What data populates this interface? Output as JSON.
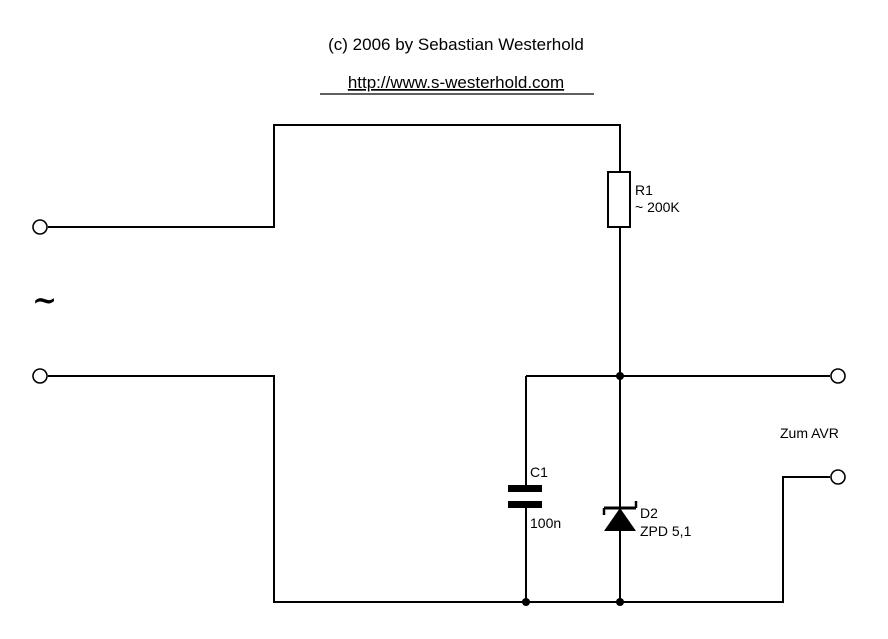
{
  "header": {
    "copyright": "(c) 2006 by Sebastian Westerhold",
    "url": "http://www.s-westerhold.com"
  },
  "labels": {
    "ac_symbol": "~",
    "output": "Zum AVR"
  },
  "components": {
    "r1": {
      "ref": "R1",
      "value": "~ 200K"
    },
    "c1": {
      "ref": "C1",
      "value": "100n"
    },
    "d2": {
      "ref": "D2",
      "value": "ZPD 5,1"
    }
  },
  "colors": {
    "ink": "#000000",
    "background": "#ffffff"
  }
}
